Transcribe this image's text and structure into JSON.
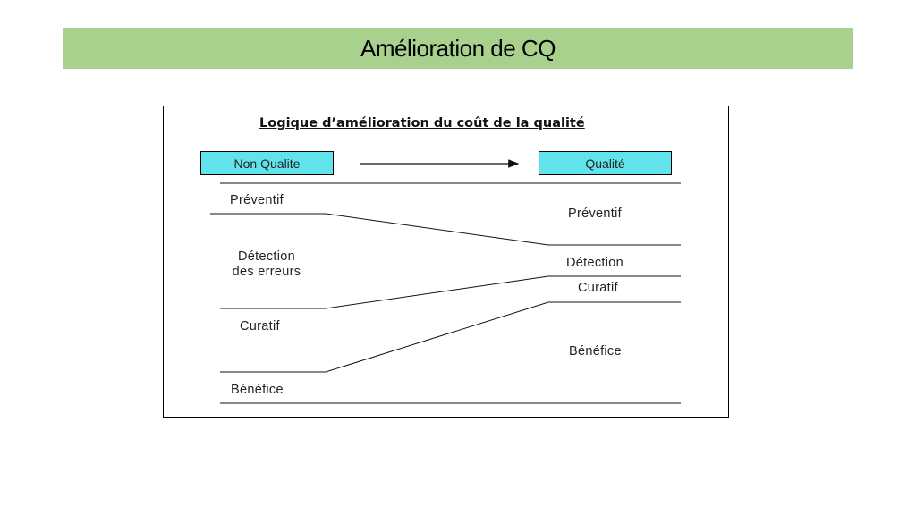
{
  "slide": {
    "title": "Amélioration de CQ"
  },
  "diagram": {
    "heading": "Logique d’amélioration du coût de la qualité",
    "left_box": "Non Qualite",
    "right_box": "Qualité",
    "left_labels": {
      "preventif": "Préventif",
      "detection_line1": "Détection",
      "detection_line2": "des erreurs",
      "curatif": "Curatif",
      "benefice": "Bénéfice"
    },
    "right_labels": {
      "preventif": "Préventif",
      "detection": "Détection",
      "curatif": "Curatif",
      "benefice": "Bénéfice"
    },
    "colors": {
      "title_bar": "#a9d18e",
      "box_fill": "#61e3ec"
    }
  }
}
